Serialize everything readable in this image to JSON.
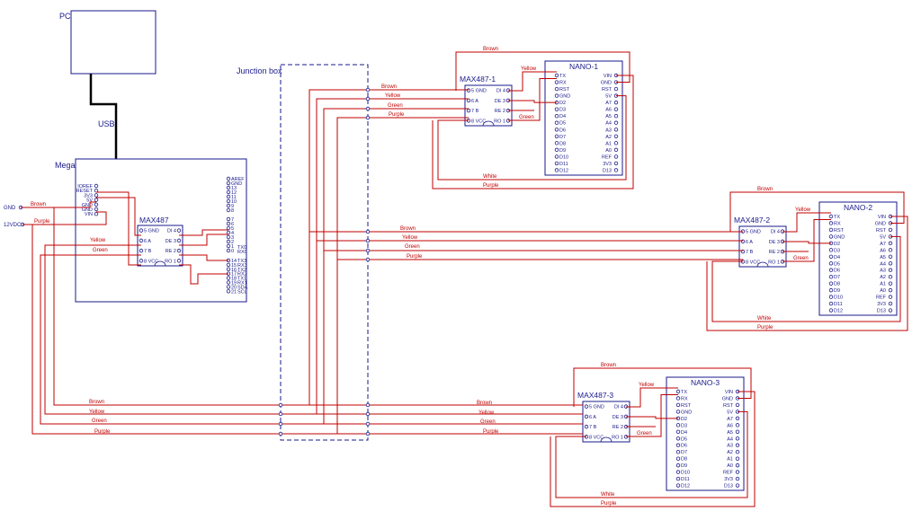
{
  "labels": {
    "pc": "PC",
    "usb": "USB",
    "junction": "Junction box",
    "mega": "Mega",
    "gnd": "GND",
    "v12": "12VDC"
  },
  "colors": {
    "wire": "#c00000",
    "ink": "#1a1a8c",
    "usb": "#000000"
  },
  "mega_pins_left": [
    "IOREF",
    "RESET",
    "3V3",
    "5V",
    "GND",
    "GND",
    "VIN"
  ],
  "mega_pins_top_right": [
    "AREF",
    "GND",
    "13",
    "12",
    "11",
    "10",
    "9",
    "8"
  ],
  "mega_pins_mid_right": [
    "7",
    "6",
    "5",
    "4",
    "3",
    "2",
    "1",
    "0"
  ],
  "mega_pins_bot_right": [
    "14",
    "15",
    "16",
    "17",
    "18",
    "19",
    "20",
    "21"
  ],
  "mega_pins_bot_right2": [
    "TX3",
    "RX3",
    "TX2",
    "RX2",
    "TX1",
    "RX1",
    "SDA",
    "SCL"
  ],
  "mega_pins_mid_right2": [
    "TX0",
    "RX0"
  ],
  "max487_main": {
    "title": "MAX487",
    "left": [
      "5 GND",
      "6 A",
      "7 B",
      "8 VCC"
    ],
    "right": [
      "DI 4",
      "DE 3",
      "RE 2",
      "RO 1"
    ]
  },
  "modules": [
    {
      "max": "MAX487-1",
      "nano": "NANO-1"
    },
    {
      "max": "MAX487-2",
      "nano": "NANO-2"
    },
    {
      "max": "MAX487-3",
      "nano": "NANO-3"
    }
  ],
  "max_left": [
    "5 GND",
    "6 A",
    "7 B",
    "8 VCC"
  ],
  "max_right": [
    "DI 4",
    "DE 3",
    "RE 2",
    "RO 1"
  ],
  "nano_left": [
    "TX",
    "RX",
    "RST",
    "GND",
    "D2",
    "D3",
    "D4",
    "D5",
    "D6",
    "D7",
    "D8",
    "D9",
    "D10",
    "D11",
    "D12"
  ],
  "nano_right": [
    "VIN",
    "GND",
    "RST",
    "5V",
    "A7",
    "A6",
    "A5",
    "A4",
    "A3",
    "A2",
    "A1",
    "A0",
    "REF",
    "3V3",
    "D13"
  ],
  "wire_names": {
    "brown": "Brown",
    "yellow": "Yellow",
    "green": "Green",
    "purple": "Purple",
    "white": "White"
  }
}
